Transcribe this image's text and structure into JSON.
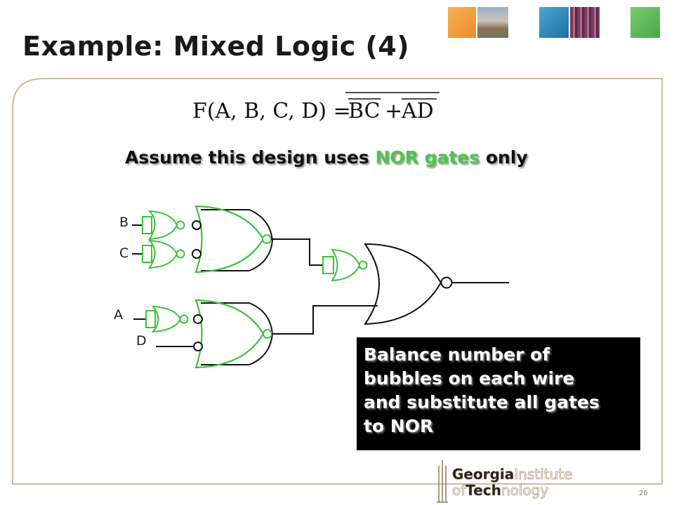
{
  "slide": {
    "title": "Example: Mixed Logic (4)",
    "equation": {
      "lhs": "F(A, B, C, D) =",
      "term1": "BC",
      "plus": "+",
      "term2": "AD"
    },
    "assume": {
      "prefix": "Assume this design uses ",
      "highlight": "NOR gates",
      "suffix": " only"
    },
    "inputs": [
      "B",
      "C",
      "A",
      "D"
    ],
    "note_lines": [
      "Balance number of",
      "bubbles on each wire",
      "and substitute all gates",
      "to NOR"
    ],
    "page_number": "26",
    "logo": {
      "line1_bold": "Georgia",
      "line1_light": "Institute",
      "line2_light": "of",
      "line2_bold": "Tech",
      "line2_rest": "nology"
    }
  },
  "colors": {
    "accent_green": "#4fc34f",
    "gate_green": "#3cc23c",
    "frame_tan": "#c8bda4",
    "thumb_orange": "#f29a36",
    "thumb_blue": "#2f8ec0",
    "thumb_green": "#5cb85c"
  }
}
